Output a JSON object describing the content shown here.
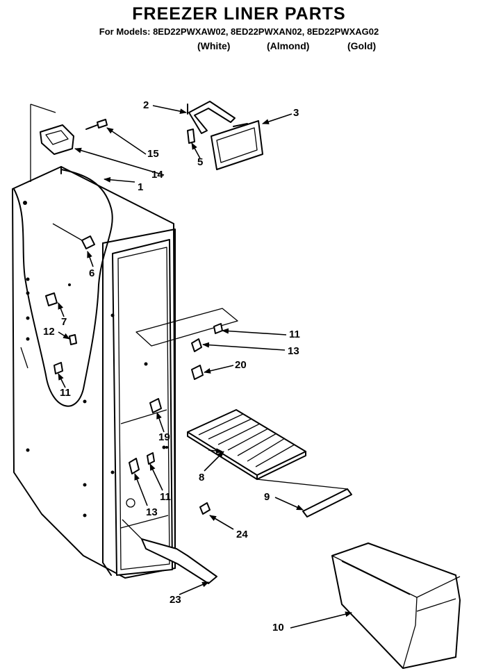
{
  "header": {
    "title": "FREEZER LINER PARTS",
    "models_line": "For Models: 8ED22PWXAW02, 8ED22PWXAN02, 8ED22PWXAG02",
    "variants": [
      "(White)",
      "(Almond)",
      "(Gold)"
    ]
  },
  "callouts": {
    "c1": "1",
    "c2": "2",
    "c3": "3",
    "c5": "5",
    "c6": "6",
    "c7": "7",
    "c8": "8",
    "c9": "9",
    "c10": "10",
    "c11a": "11",
    "c11b": "11",
    "c11c": "11",
    "c12": "12",
    "c13a": "13",
    "c13b": "13",
    "c14": "14",
    "c15": "15",
    "c19": "19",
    "c20": "20",
    "c23": "23",
    "c24": "24"
  }
}
